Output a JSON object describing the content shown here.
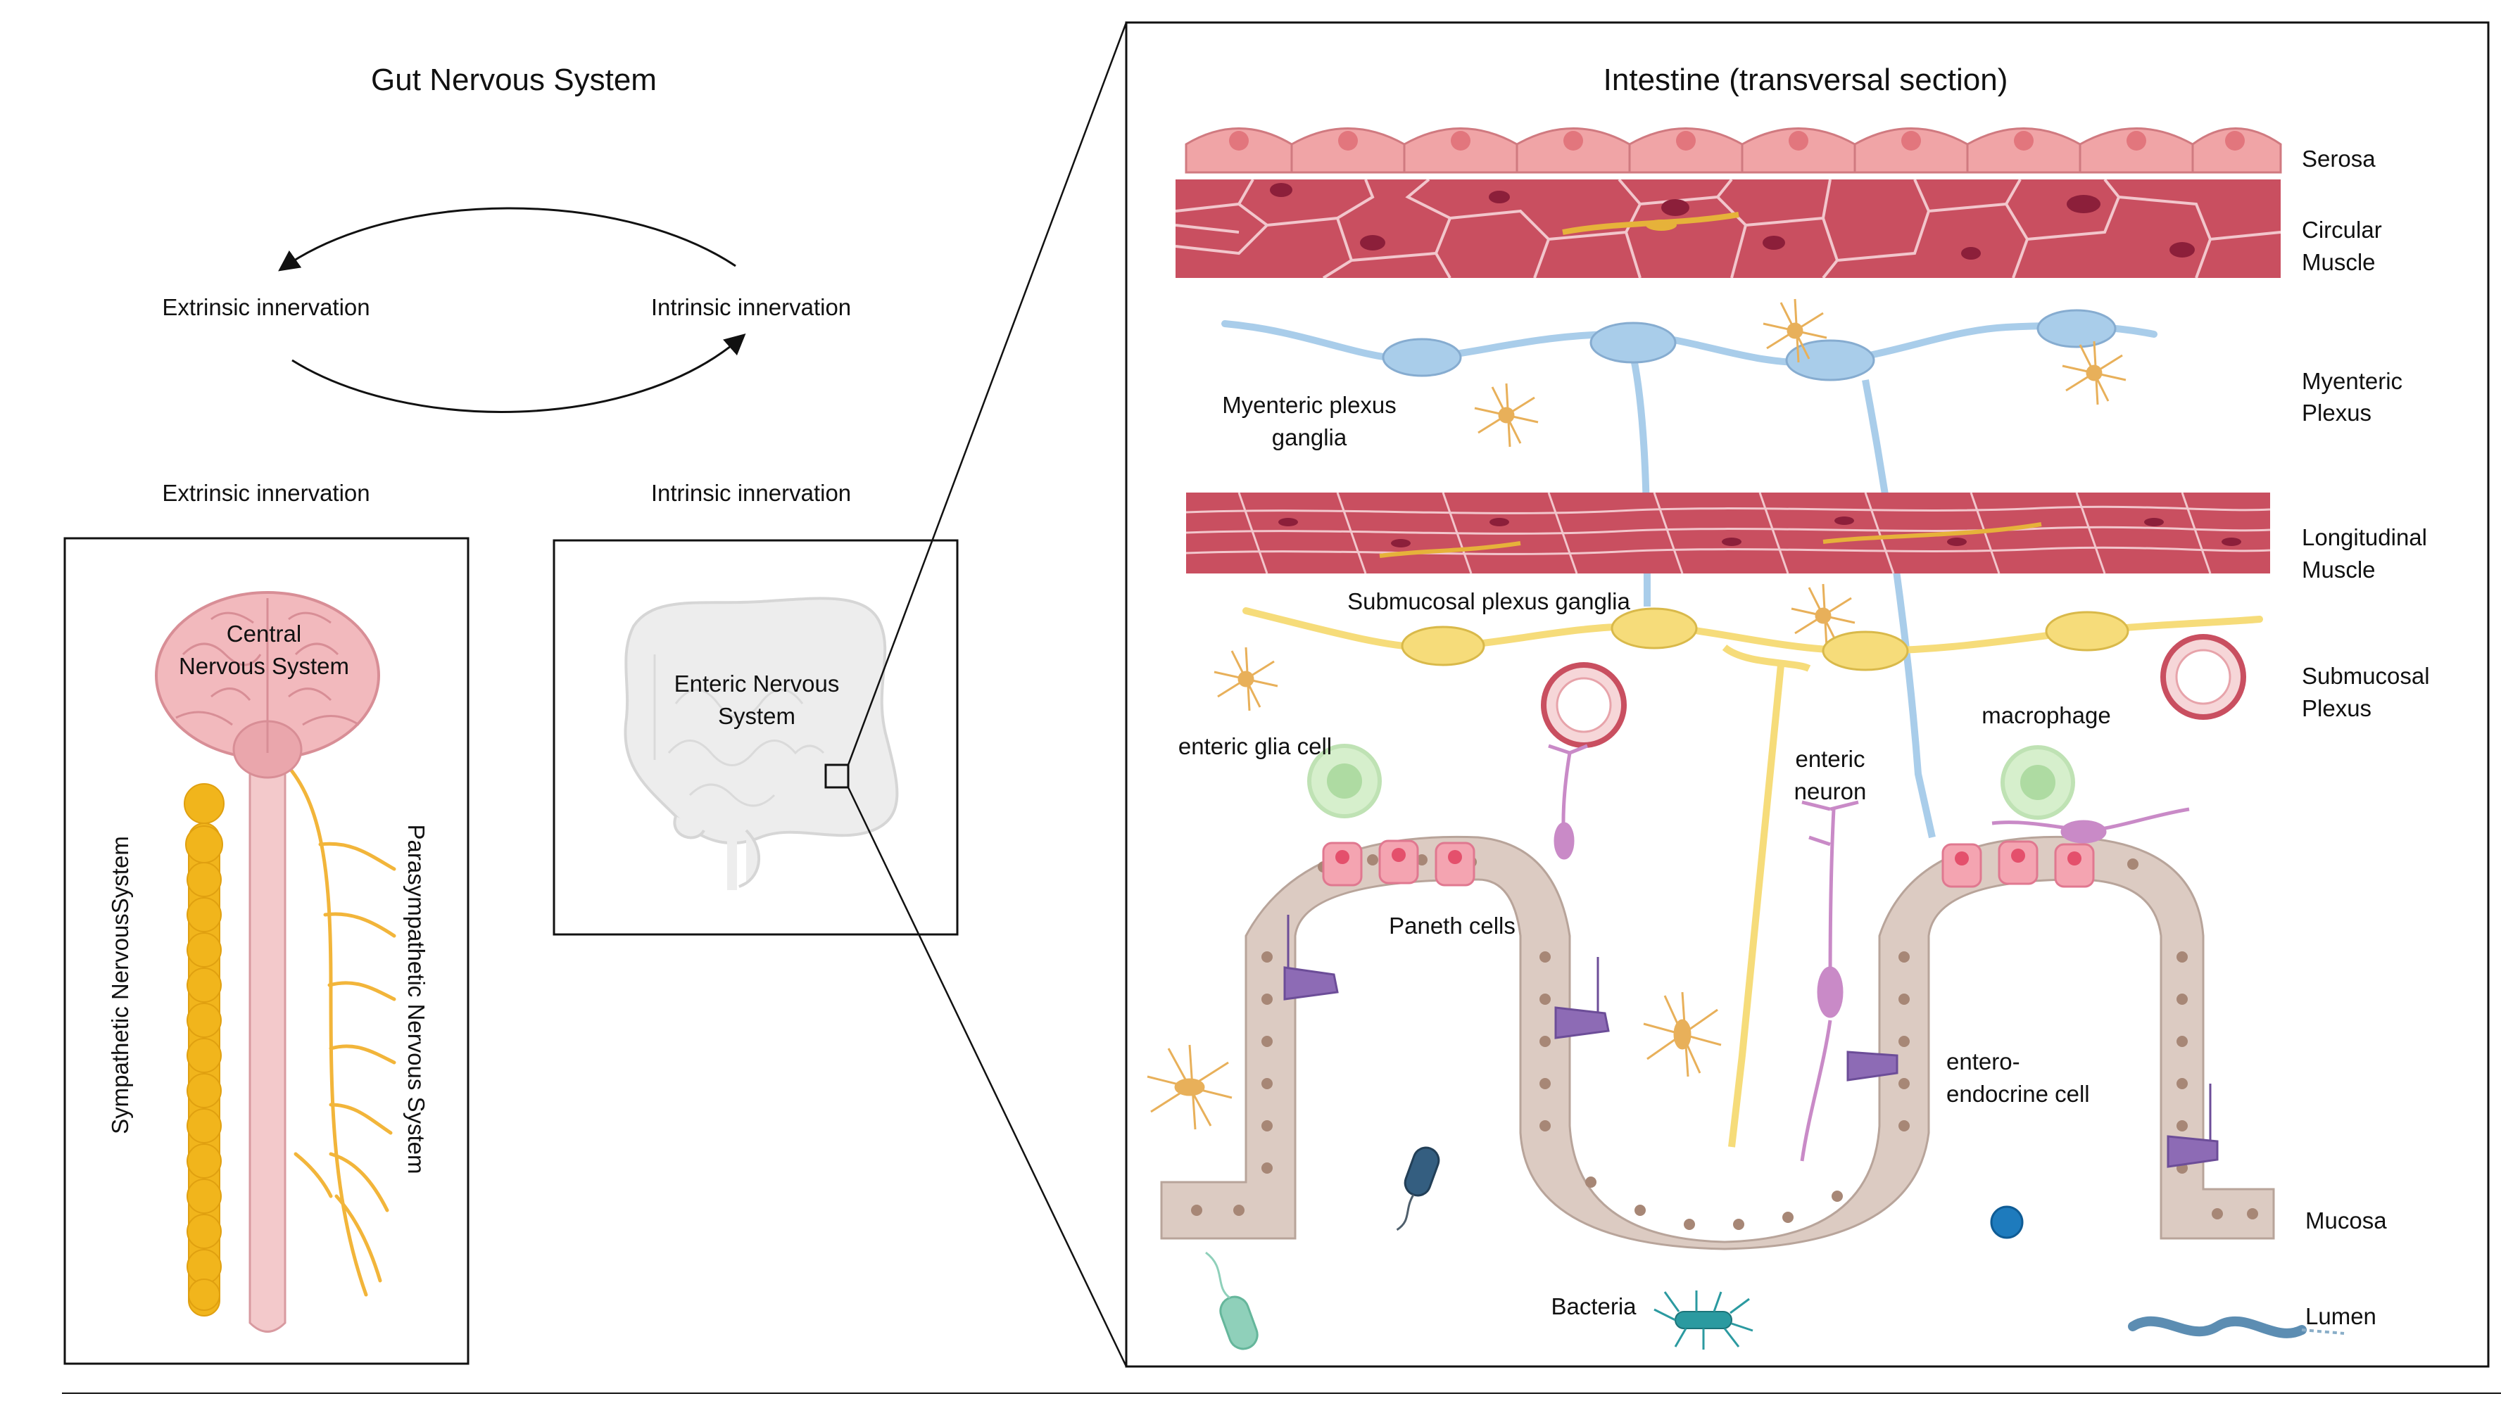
{
  "left": {
    "title": "Gut Nervous System",
    "cycle": {
      "left": "Extrinsic innervation",
      "right": "Intrinsic innervation"
    },
    "headings": {
      "left": "Extrinsic innervation",
      "right": "Intrinsic innervation"
    },
    "cns_label": [
      "Central",
      "Nervous System"
    ],
    "sympathetic": "Sympathetic NervousSystem",
    "parasympathetic": "Parasympathetic Nervous System",
    "ens_label": [
      "Enteric Nervous",
      "System"
    ]
  },
  "right": {
    "title": "Intestine (transversal section)",
    "layers": {
      "serosa": "Serosa",
      "circular": [
        "Circular",
        "Muscle"
      ],
      "myenteric": [
        "Myenteric",
        "Plexus"
      ],
      "longitudinal": [
        "Longitudinal",
        "Muscle"
      ],
      "submucosal": [
        "Submucosal",
        "Plexus"
      ],
      "mucosa": "Mucosa",
      "lumen": "Lumen"
    },
    "cells": {
      "myenteric_ganglia": [
        "Myenteric plexus",
        "ganglia"
      ],
      "submucosal_ganglia": "Submucosal plexus ganglia",
      "glia": "enteric glia cell",
      "neuron": [
        "enteric",
        "neuron"
      ],
      "macrophage": "macrophage",
      "paneth": "Paneth cells",
      "enteroendocrine": [
        "entero-",
        "endocrine cell"
      ],
      "bacteria": "Bacteria"
    }
  },
  "colors": {
    "brain": "#f2b9bd",
    "spinal": "#f3c9cb",
    "sympathetic": "#f1b51c",
    "nerve": "#f2b53a",
    "serosa": "#f0a4a6",
    "muscle": "#c94f60",
    "myenteric_neuron": "#a9cdea",
    "submucosal_neuron": "#f6dc7a",
    "mucosa": "#dccbc2",
    "enteroendocrine": "#8d6bb5",
    "macrophage": "#bfe2b4"
  }
}
